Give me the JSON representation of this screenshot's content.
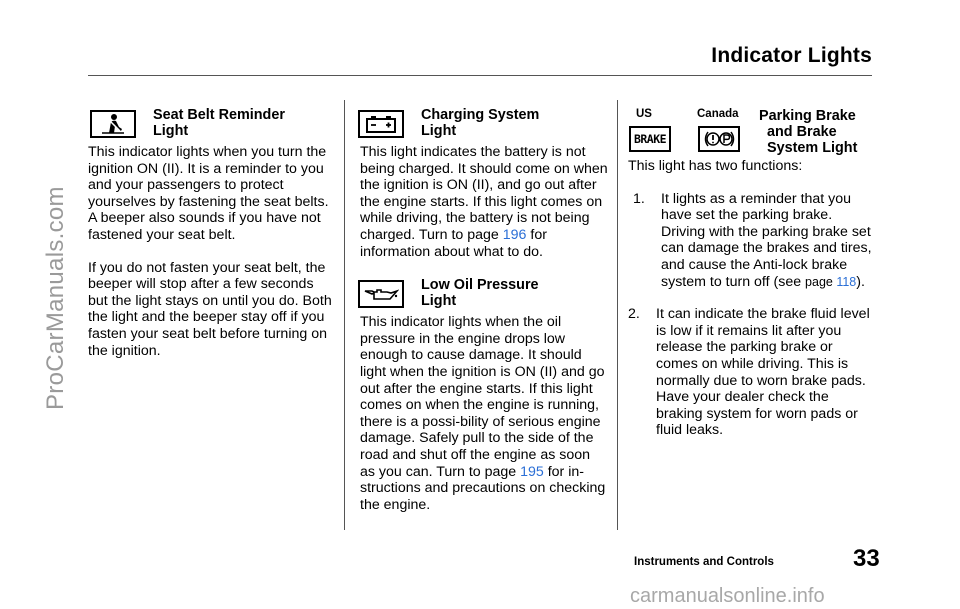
{
  "page_title": "Indicator Lights",
  "footer": {
    "section": "Instruments and Controls",
    "page_number": "33"
  },
  "watermarks": {
    "left": "ProCarManuals.com",
    "bottom": "carmanualsonline.info"
  },
  "seatbelt": {
    "icon": "seatbelt-person-icon",
    "title_line1": "Seat Belt Reminder",
    "title_line2": "Light",
    "para1": "This indicator lights when you turn the ignition ON (II). It is a reminder to you and your passengers to protect yourselves by fastening the seat belts. A beeper also sounds if you have not fastened your seat belt.",
    "para2": "If you do not fasten your seat belt, the beeper will stop after a few seconds but the light stays on until you do. Both the light and the beeper stay off if you fasten your seat belt before turning on the ignition."
  },
  "charging": {
    "icon": "battery-icon",
    "title_line1": "Charging System",
    "title_line2": "Light",
    "text_before": "This light indicates the battery is not being charged. It should come on when the ignition is ON (II), and go out after the engine starts. If this light comes on while driving, the battery is not being charged. Turn to page ",
    "page_ref": "196",
    "text_after": " for information about what to do."
  },
  "oil": {
    "icon": "oil-can-icon",
    "title_line1": "Low Oil Pressure",
    "title_line2": "Light",
    "text_before": "This indicator lights when the oil pressure in the engine drops low enough to cause damage. It should light when the ignition is ON (II) and go out after the engine starts. If this light comes on when the engine is running, there is a possi-bility of serious engine damage. Safely pull to the side of the road and shut off the engine as soon as you can. Turn to page ",
    "page_ref": "195",
    "text_after": " for in-structions and precautions on checking the engine."
  },
  "brake": {
    "label_us": "US",
    "label_canada": "Canada",
    "us_icon_text": "BRAKE",
    "canada_icon": "brake-circle-p-icon",
    "canada_icon_letters": "(!)(P)",
    "title_line1": "Parking Brake",
    "title_line2": "and Brake",
    "title_line3": "System Light",
    "intro": "This light has two functions:",
    "item1_num": "1.",
    "item1_text_before": "It lights as a reminder that you have set the parking brake. Driving with the parking brake set can damage the brakes and tires, and cause the Anti-lock brake system to turn off (see ",
    "item1_page_word": "page ",
    "item1_page_ref": "118",
    "item1_text_after": ").",
    "item2_num": "2.",
    "item2_text": "It can indicate the brake fluid level is low if it remains lit after you release the parking brake or comes on while driving. This is normally due to worn brake pads. Have your dealer check the braking system for worn pads or fluid leaks."
  }
}
